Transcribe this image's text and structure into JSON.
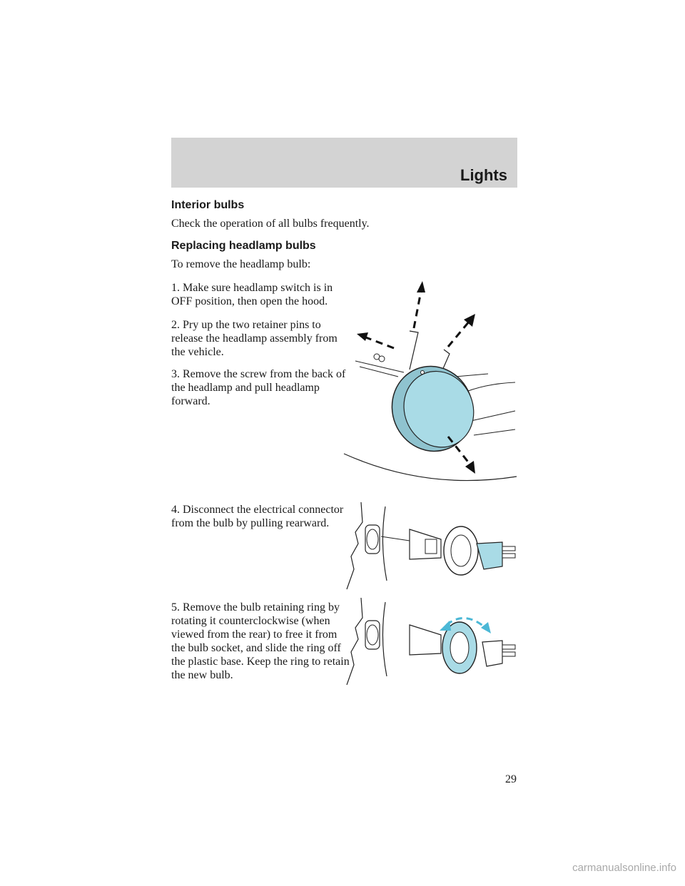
{
  "header": {
    "section_title": "Lights"
  },
  "interior": {
    "heading": "Interior bulbs",
    "text": "Check the operation of all bulbs frequently."
  },
  "headlamp": {
    "heading": "Replacing headlamp bulbs",
    "intro": "To remove the headlamp bulb:",
    "steps": [
      "1. Make sure headlamp switch is in OFF position, then open the hood.",
      "2. Pry up the two retainer pins to release the headlamp assembly from the vehicle.",
      "3. Remove the screw from the back of the headlamp and pull headlamp forward.",
      "4. Disconnect the electrical connector from the bulb by pulling rearward.",
      "5. Remove the bulb retaining ring by rotating it counterclockwise (when viewed from the rear) to free it from the bulb socket, and slide the ring off the plastic base. Keep the ring to retain the new bulb."
    ]
  },
  "footer": {
    "page_number": "29",
    "watermark": "carmanualsonline.info"
  },
  "colors": {
    "accent_blue": "#a9dbe6",
    "tab_gray": "#d3d3d3"
  }
}
